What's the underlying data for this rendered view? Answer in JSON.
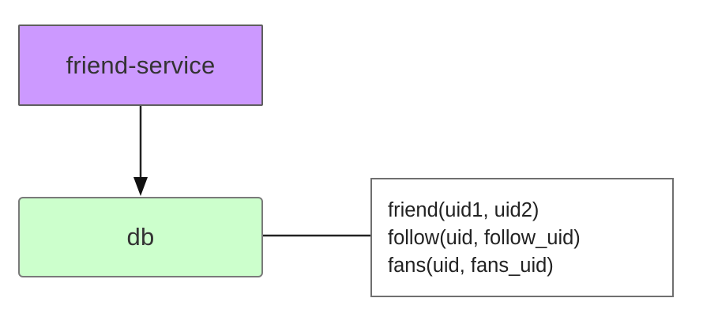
{
  "nodes": {
    "service": {
      "label": "friend-service",
      "fill": "#cc99ff"
    },
    "db": {
      "label": "db",
      "fill": "#ccffcc"
    }
  },
  "note": {
    "lines": [
      "friend(uid1, uid2)",
      "follow(uid, follow_uid)",
      "fans(uid, fans_uid)"
    ]
  },
  "edges": [
    {
      "from": "friend-service",
      "to": "db",
      "style": "arrow"
    },
    {
      "from": "db",
      "to": "note",
      "style": "line"
    }
  ]
}
